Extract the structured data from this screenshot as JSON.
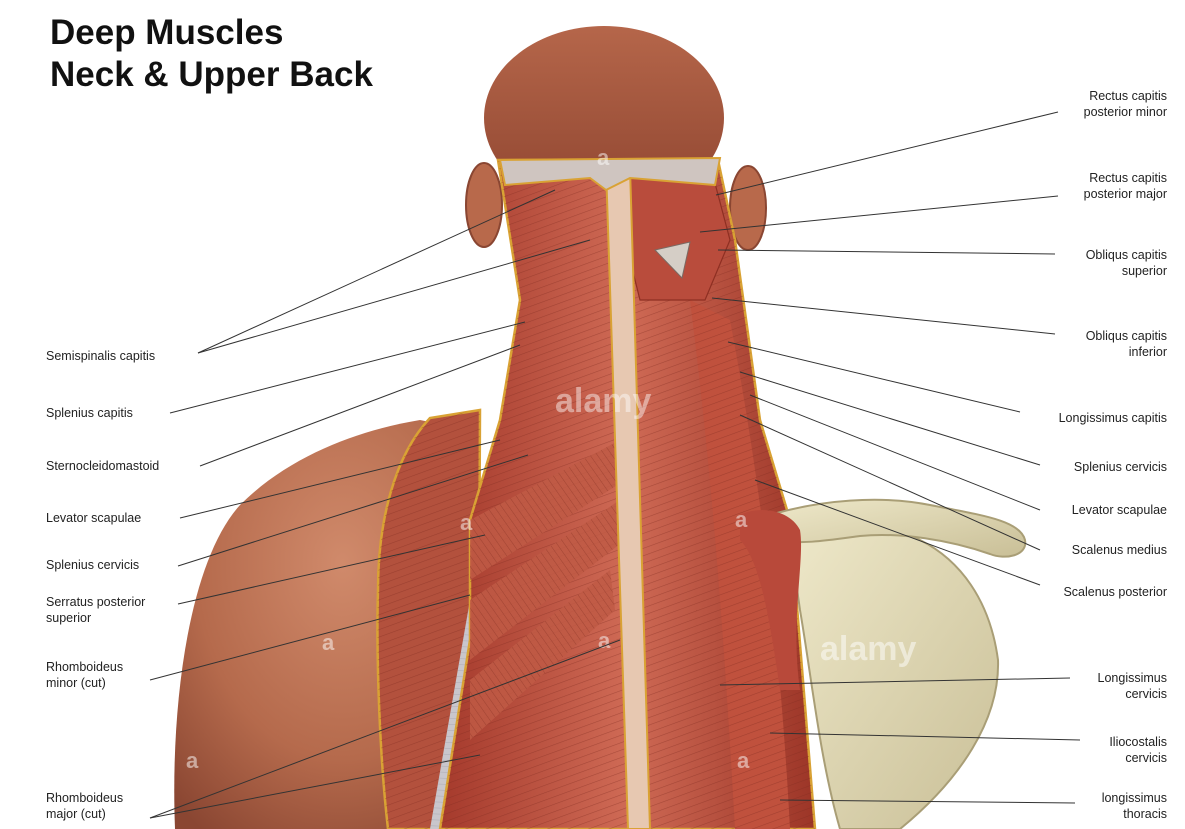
{
  "title": {
    "line1": "Deep Muscles",
    "line2": "Neck & Upper Back"
  },
  "watermarks": [
    "a",
    "alamy"
  ],
  "colors": {
    "skin": "#c27a5b",
    "muscle": "#b84b3a",
    "muscle_dark": "#8e2f22",
    "tendon": "#d9cfc8",
    "bone": "#ddd6b3",
    "outline": "#d9a234",
    "leader": "#333333"
  },
  "labels_left": {
    "semispinalis_capitis": "Semispinalis capitis",
    "splenius_capitis": "Splenius capitis",
    "sternocleidomastoid": "Sternocleidomastoid",
    "levator_scapulae": "Levator scapulae",
    "splenius_cervicis": "Splenius cervicis",
    "serratus_posterior_superior_1": "Serratus posterior",
    "serratus_posterior_superior_2": "superior",
    "rhomboideus_minor_1": "Rhomboideus",
    "rhomboideus_minor_2": "minor (cut)",
    "rhomboideus_major_1": "Rhomboideus",
    "rhomboideus_major_2": "major (cut)"
  },
  "labels_right": {
    "rectus_minor_1": "Rectus capitis",
    "rectus_minor_2": "posterior minor",
    "rectus_major_1": "Rectus capitis",
    "rectus_major_2": "posterior major",
    "obliquus_superior_1": "Obliqus capitis",
    "obliquus_superior_2": "superior",
    "obliquus_inferior_1": "Obliqus capitis",
    "obliquus_inferior_2": "inferior",
    "longissimus_capitis": "Longissimus capitis",
    "splenius_cervicis": "Splenius cervicis",
    "levator_scapulae": "Levator scapulae",
    "scalenus_medius": "Scalenus medius",
    "scalenus_posterior": "Scalenus posterior",
    "longissimus_cervicis_1": "Longissimus",
    "longissimus_cervicis_2": "cervicis",
    "iliocostalis_cervicis_1": "Iliocostalis",
    "iliocostalis_cervicis_2": "cervicis",
    "longissimus_thoracis_1": "longissimus",
    "longissimus_thoracis_2": "thoracis"
  }
}
